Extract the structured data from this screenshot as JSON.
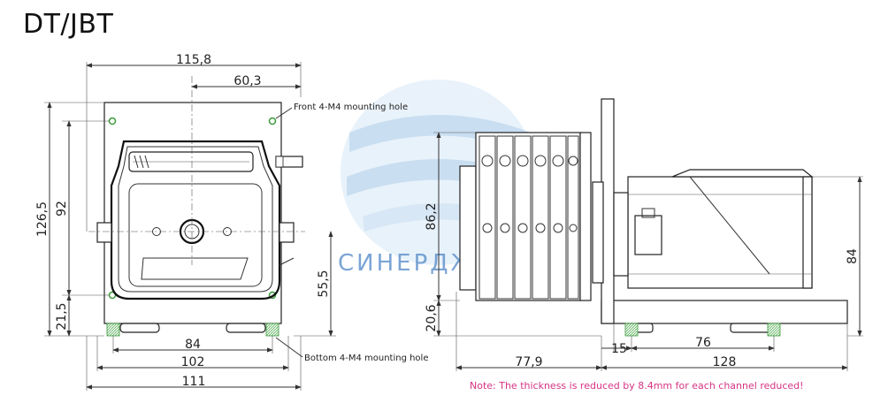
{
  "title": "DT/JBT",
  "watermark": {
    "text": "СИНЕРДЖИ",
    "color": "#4f86c6",
    "logo_color": "#9ec4e6"
  },
  "labels": {
    "front_holes": "Front 4-M4 mounting hole",
    "bottom_holes": "Bottom 4-M4 mounting hole"
  },
  "note": {
    "text": "Note: The thickness is reduced by 8.4mm for each channel reduced!",
    "color": "#d63384"
  },
  "front_view_dims": {
    "total_width": "115,8",
    "shaft_offset": "60,3",
    "total_height": "126,5",
    "hole_spacing_v": "92",
    "bottom_offset": "21,5",
    "shaft_height": "55,5",
    "hole_spacing_h": "84",
    "base_width": "102",
    "overall_width": "111"
  },
  "side_view_dims": {
    "head_height": "86,2",
    "base_offset": "20,6",
    "motor_height": "84",
    "bracket_thickness": "15",
    "hole_pitch": "76",
    "head_depth": "77,9",
    "motor_depth": "128"
  },
  "accent": {
    "hole_green": "#3a9a3a"
  }
}
